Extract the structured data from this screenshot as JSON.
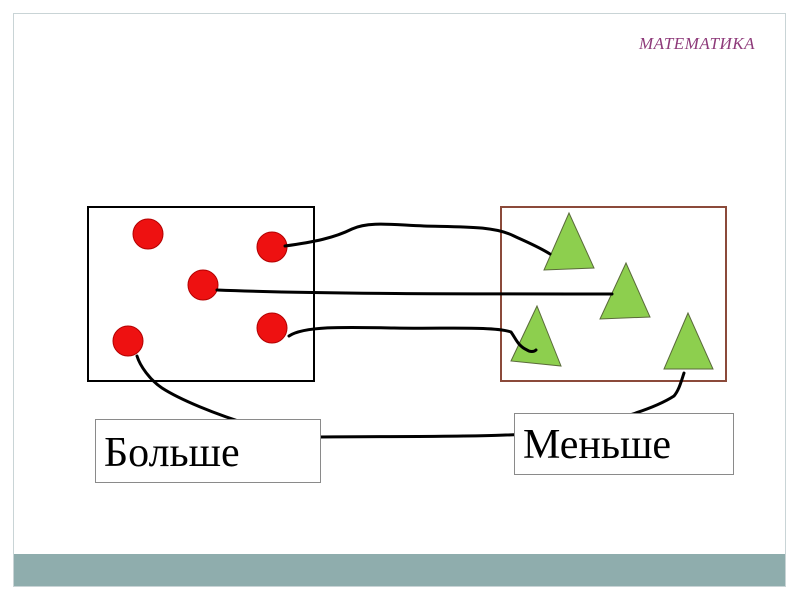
{
  "subject": "МАТЕМАТИКА",
  "labels": {
    "left": "Больше",
    "right": "Меньше"
  },
  "colors": {
    "subject_text": "#8e3a7a",
    "footer_bar": "#8fadad",
    "circle_fill": "#ee1111",
    "circle_stroke": "#b30000",
    "triangle_fill": "#8dcf4e",
    "triangle_stroke": "#5a6a3a",
    "left_box_border": "#000000",
    "right_box_border": "#8b4a3a",
    "line": "#000000"
  },
  "shapes": {
    "circles_count": 5,
    "triangles_count": 4
  }
}
